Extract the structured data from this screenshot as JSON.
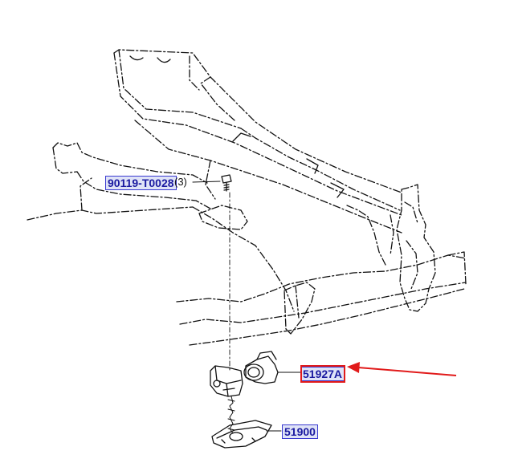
{
  "parts": [
    {
      "id": "bolt",
      "number": "90119-T0028",
      "qty": "(3)"
    },
    {
      "id": "carrier",
      "number": "51927A"
    },
    {
      "id": "hanger",
      "number": "51900"
    }
  ],
  "colors": {
    "label_text": "#1a1aa0",
    "label_bg": "#dfe3f7",
    "label_border": "#3a3ad0",
    "highlight": "#e11a1a",
    "line_art": "#111111"
  }
}
